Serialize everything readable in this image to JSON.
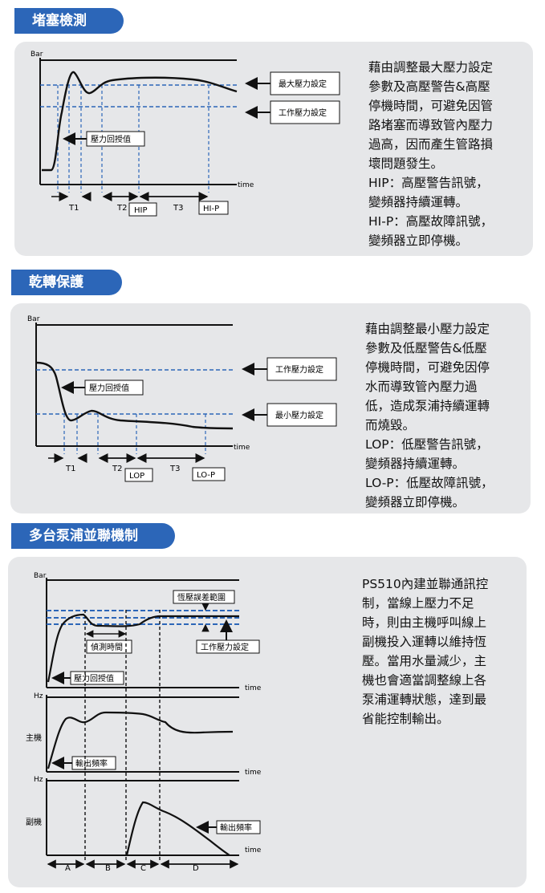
{
  "sections": [
    {
      "title": "堵塞檢測",
      "axis_y": "Bar",
      "axis_x": "time",
      "labels": {
        "max": "最大壓力設定",
        "work": "工作壓力設定",
        "feedback": "壓力回授值"
      },
      "periods": [
        "T1",
        "T2",
        "T3"
      ],
      "boxes": [
        "HIP",
        "HI-P"
      ],
      "desc": [
        "藉由調整最大壓力設定",
        "參數及高壓警告&高壓",
        "停機時間，可避免因管",
        "路堵塞而導致管內壓力",
        "過高，因而產生管路損",
        "壞問題發生。",
        "HIP：高壓警告訊號，",
        "變頻器持續運轉。",
        "HI-P：高壓故障訊號，",
        "變頻器立即停機。"
      ]
    },
    {
      "title": "乾轉保護",
      "axis_y": "Bar",
      "axis_x": "time",
      "labels": {
        "work": "工作壓力設定",
        "feedback": "壓力回授值",
        "min": "最小壓力設定"
      },
      "periods": [
        "T1",
        "T2",
        "T3"
      ],
      "boxes": [
        "LOP",
        "LO-P"
      ],
      "desc": [
        "藉由調整最小壓力設定",
        "參數及低壓警告&低壓",
        "停機時間，可避免因停",
        "水而導致管內壓力過",
        "低，造成泵浦持續運轉",
        "而燒毀。",
        "LOP：低壓警告訊號，",
        "變頻器持續運轉。",
        "LO-P：低壓故障訊號，",
        "變頻器立即停機。"
      ]
    },
    {
      "title": "多台泵浦並聯機制",
      "axis_bar": "Bar",
      "axis_hz": "Hz",
      "axis_x": "time",
      "labels": {
        "tolerance": "恆壓誤差範圍",
        "detect": "偵測時間",
        "work": "工作壓力設定",
        "feedback": "壓力回授值",
        "freq": "輸出頻率"
      },
      "rows": [
        "主機",
        "副機"
      ],
      "phases": [
        "A",
        "B",
        "C",
        "D"
      ],
      "desc": [
        "PS510內建並聯通訊控",
        "制，當線上壓力不足",
        "時，則由主機呼叫線上",
        "副機投入運轉以維持恆",
        "壓。當用水量減少，主",
        "機也會適當調整線上各",
        "泵浦運轉狀態，達到最",
        "省能控制輸出。"
      ]
    }
  ],
  "colors": {
    "accent": "#2c66b8",
    "panel": "#e6e7e9",
    "dash": "#2c66b8",
    "line": "#111111"
  }
}
